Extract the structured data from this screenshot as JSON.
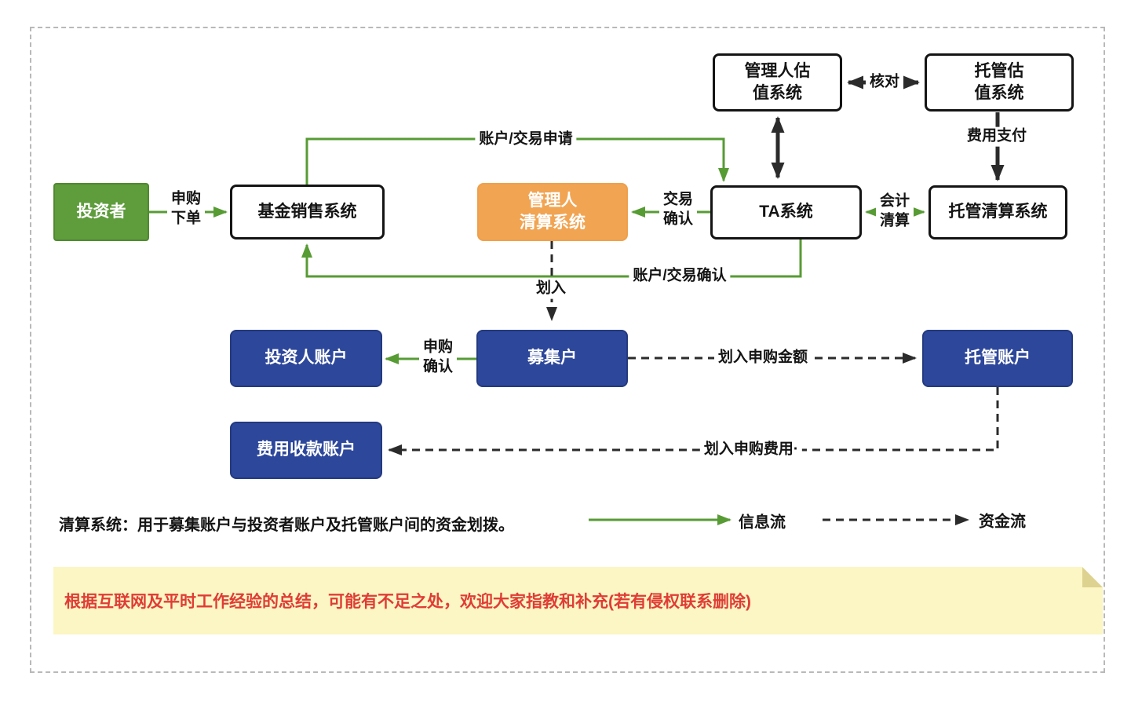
{
  "nodes": {
    "investor": "投资者",
    "fund_sales": "基金销售系统",
    "manager_clearing": "管理人\n清算系统",
    "ta_system": "TA系统",
    "manager_valuation": "管理人估\n值系统",
    "custody_valuation": "托管估\n值系统",
    "custody_clearing": "托管清算系统",
    "investor_account": "投资人账户",
    "raising_account": "募集户",
    "custody_account": "托管账户",
    "fee_account": "费用收款账户"
  },
  "labels": {
    "purchase_order": "申购\n下单",
    "account_trade_apply": "账户/交易申请",
    "trade_confirm": "交易\n确认",
    "check": "核对",
    "fee_payment": "费用支付",
    "accounting_clearing": "会计\n清算",
    "account_trade_confirm": "账户/交易确认",
    "transfer_in": "划入",
    "purchase_confirm": "申购\n确认",
    "transfer_amount": "划入申购金额",
    "transfer_fee": "划入申购费用·"
  },
  "caption": "清算系统：用于募集账户与投资者账户及托管账户间的资金划拨。",
  "legend": {
    "info_flow": "信息流",
    "fund_flow": "资金流"
  },
  "footer_note": "根据互联网及平时工作经验的总结，可能有不足之处，欢迎大家指教和补充(若有侵权联系删除)",
  "colors": {
    "info_flow_green": "#579b34",
    "investor_green": "#5e9c3c",
    "manager_orange": "#f1a452",
    "account_blue": "#2d479b",
    "fund_flow_black": "#2b2b2b",
    "note_background": "#fbf6c3",
    "note_text_red": "#e03c36",
    "frame_gray": "#b9b9b9"
  }
}
